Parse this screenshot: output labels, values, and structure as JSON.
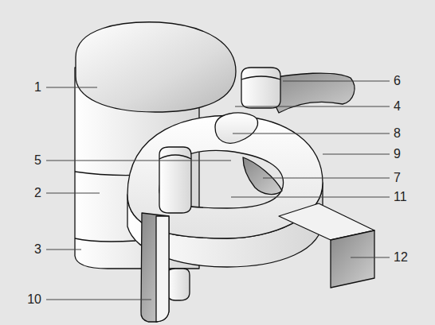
{
  "diagram": {
    "labels": [
      "1",
      "6",
      "4",
      "8",
      "5",
      "9",
      "2",
      "7",
      "11",
      "3",
      "12",
      "10"
    ]
  }
}
